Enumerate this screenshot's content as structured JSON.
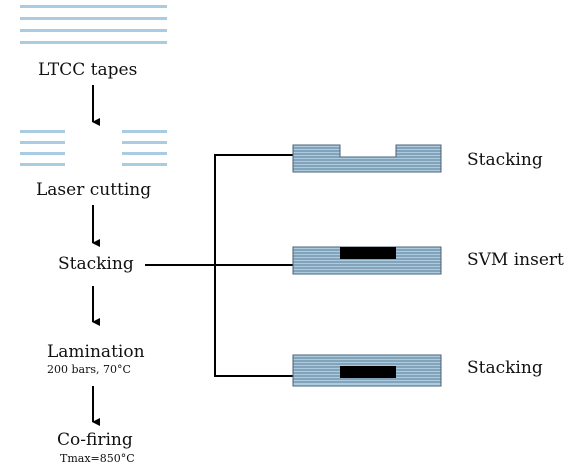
{
  "colors": {
    "tape_fill": "#a9cce3",
    "tape_line": "#4a5f70",
    "tape_stripe": "#8fb9d8",
    "insert": "#000000",
    "connector": "#000000",
    "text": "#111111"
  },
  "steps": [
    {
      "title": "LTCC tapes",
      "sub": ""
    },
    {
      "title": "Laser cutting",
      "sub": ""
    },
    {
      "title": "Stacking",
      "sub": ""
    },
    {
      "title": "Lamination",
      "sub": "200 bars, 70°C"
    },
    {
      "title": "Co-firing",
      "sub": "Tmax=850°C"
    }
  ],
  "stack_stages": [
    {
      "label": "Stacking",
      "cavity": "open"
    },
    {
      "label": "SVM insert",
      "cavity": "filled"
    },
    {
      "label": "Stacking",
      "cavity": "embedded"
    }
  ]
}
